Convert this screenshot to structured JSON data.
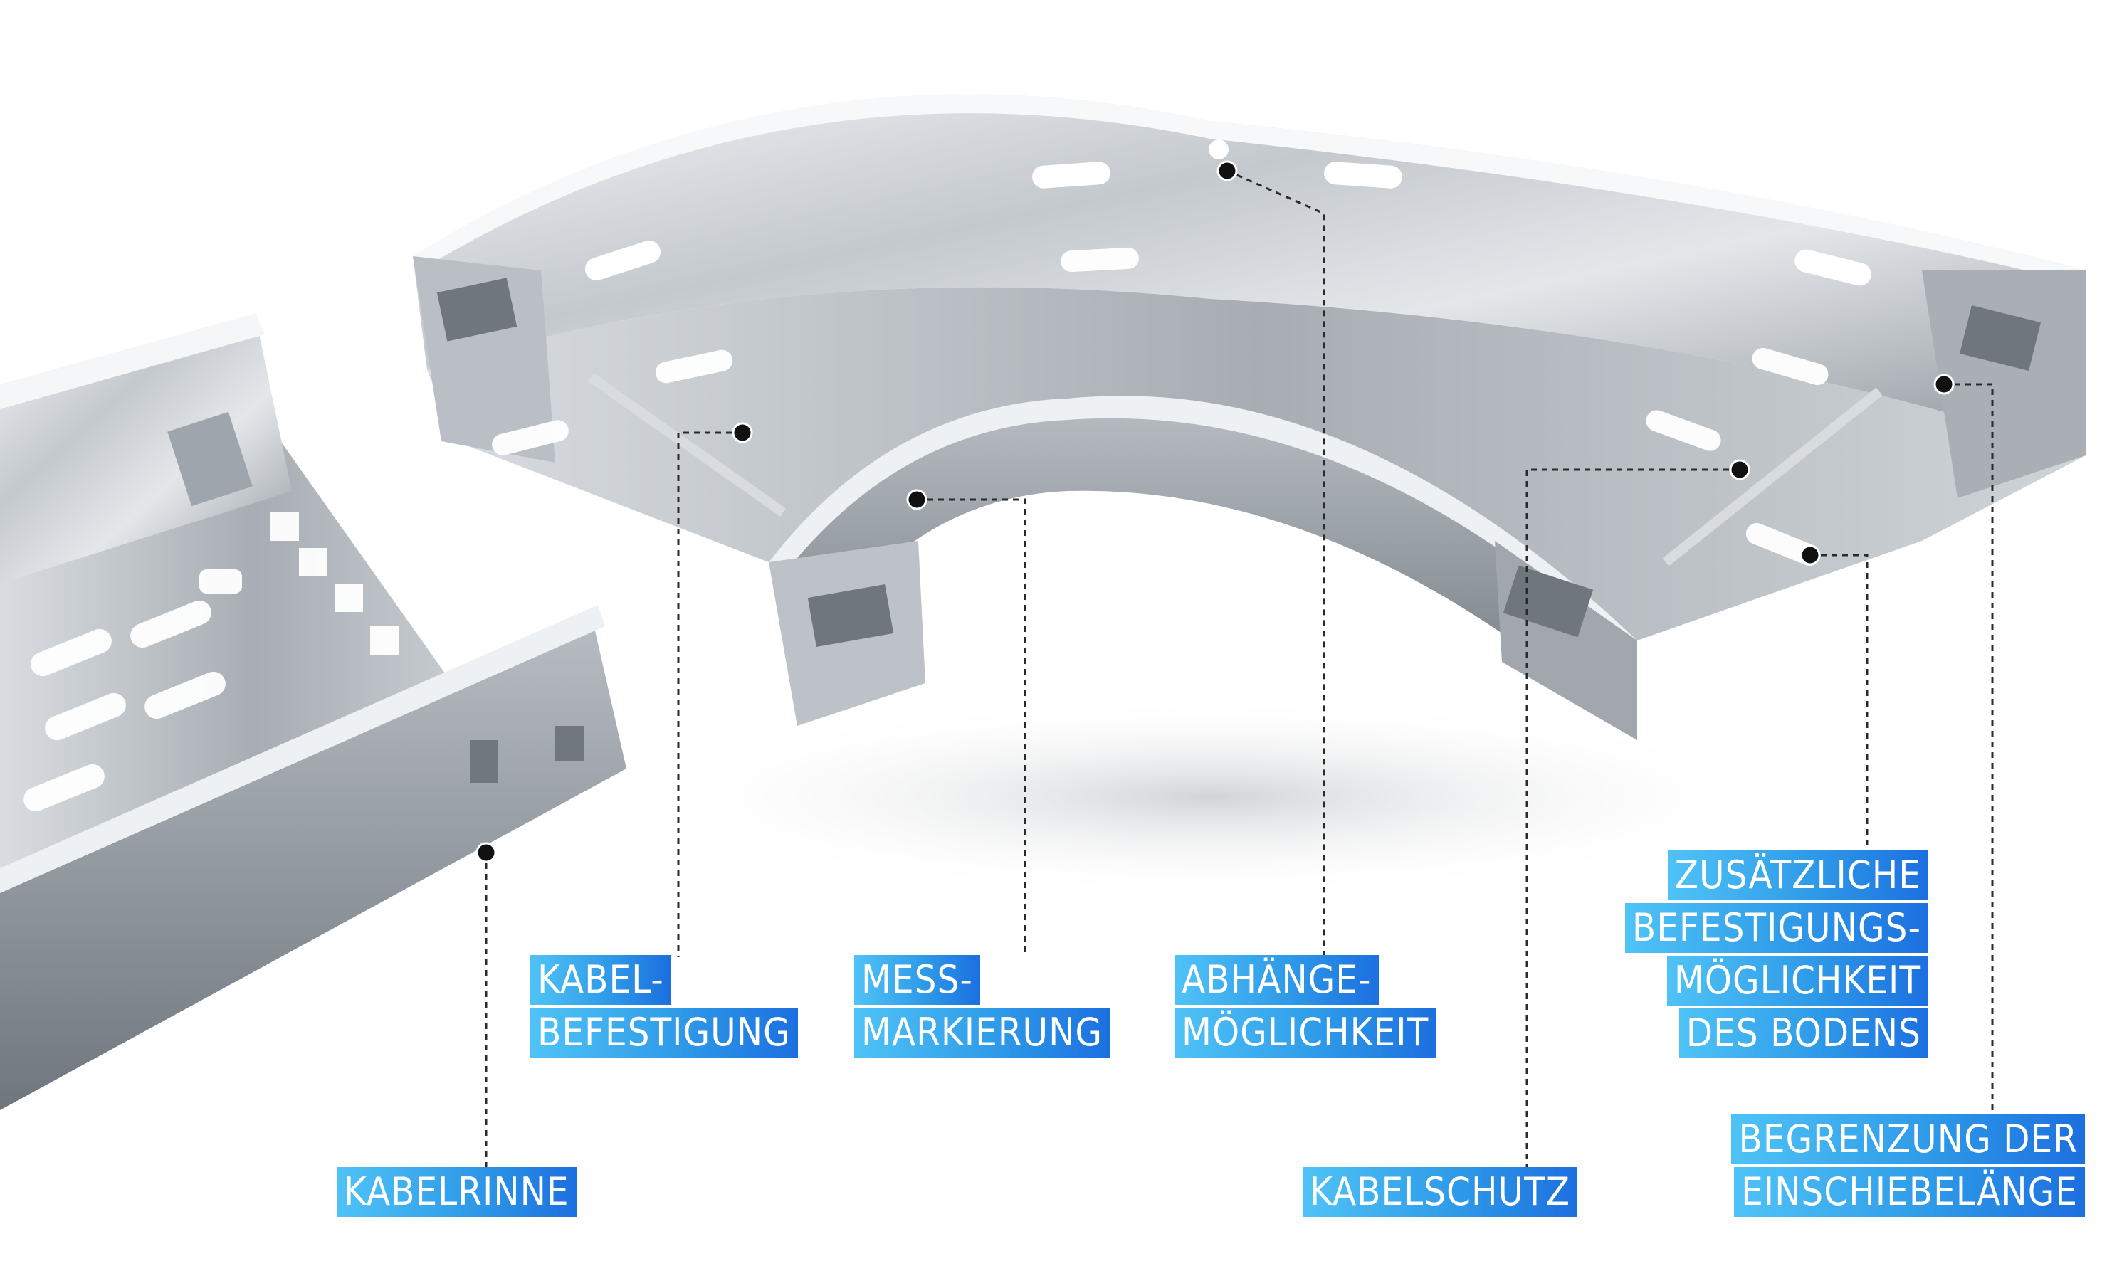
{
  "callouts": [
    {
      "id": "kabelrinne",
      "lines": [
        "KABELRINNE"
      ]
    },
    {
      "id": "kabelbefestigung",
      "lines": [
        "KABEL-",
        "BEFESTIGUNG"
      ]
    },
    {
      "id": "messmarkierung",
      "lines": [
        "MESS-",
        "MARKIERUNG"
      ]
    },
    {
      "id": "abhaengemoeglichkeit",
      "lines": [
        "ABHÄNGE-",
        "MÖGLICHKEIT"
      ]
    },
    {
      "id": "kabelschutz",
      "lines": [
        "KABELSCHUTZ"
      ]
    },
    {
      "id": "zusaetzliche-befestigung",
      "lines": [
        "ZUSÄTZLICHE",
        "BEFESTIGUNGS-",
        "MÖGLICHKEIT",
        "DES BODENS"
      ]
    },
    {
      "id": "begrenzung",
      "lines": [
        "BEGRENZUNG DER",
        "EINSCHIEBELÄNGE"
      ]
    }
  ],
  "colors": {
    "label_gradient_start": "#4fc3f7",
    "label_gradient_end": "#1c6fe0",
    "steel_light": "#e6e9ec",
    "steel_dark": "#8a9097",
    "leader": "#2a2a2a"
  }
}
